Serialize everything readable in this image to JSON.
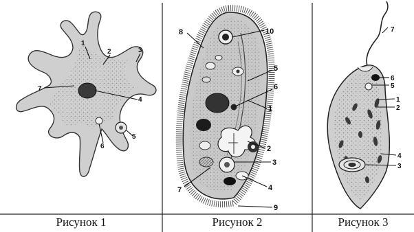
{
  "figures": [
    {
      "caption": "Рисунок 1",
      "labels": [
        "1",
        "2",
        "3",
        "4",
        "5",
        "6",
        "7"
      ]
    },
    {
      "caption": "Рисунок 2",
      "labels": [
        "1",
        "2",
        "3",
        "4",
        "5",
        "6",
        "7",
        "8",
        "9",
        "10"
      ]
    },
    {
      "caption": "Рисунок 3",
      "labels": [
        "1",
        "2",
        "3",
        "4",
        "5",
        "6",
        "7"
      ]
    }
  ]
}
